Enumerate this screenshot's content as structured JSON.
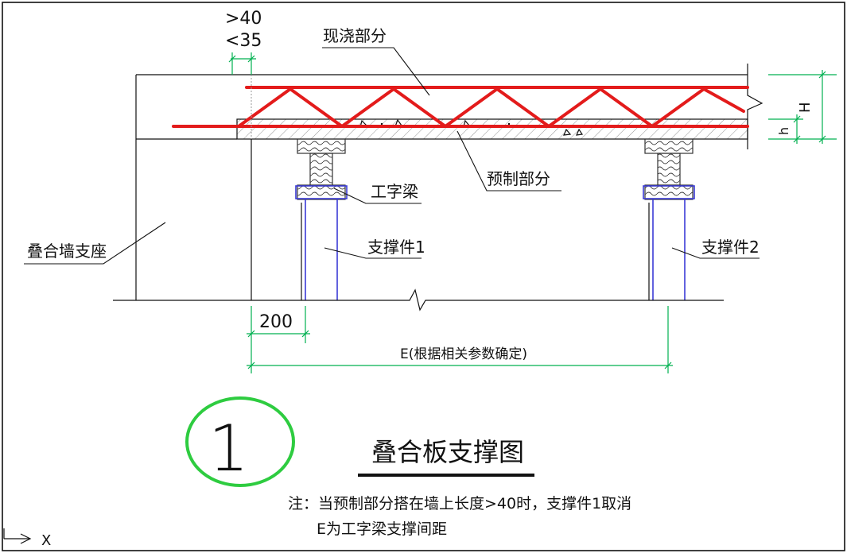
{
  "drawing": {
    "dim_top_gt": ">40",
    "dim_top_lt": "<35",
    "label_cast_in_place": "现浇部分",
    "label_precast": "预制部分",
    "label_i_beam": "工字梁",
    "label_wall_support": "叠合墙支座",
    "label_support_1": "支撑件1",
    "label_support_2": "支撑件2",
    "dim_200": "200",
    "dim_E": "E(根据相关参数确定)",
    "dim_H": "H",
    "dim_h": "h",
    "detail_number": "1",
    "title": "叠合板支撑图",
    "note_line1": "注：当预制部分搭在墙上长度>40时，支撑件1取消",
    "note_line2": "E为工字梁支撑间距",
    "ucs_label": "X"
  },
  "colors": {
    "rebar": "#e31b1b",
    "dimension": "#00b050",
    "detail_circle": "#2ecc40",
    "steel": "#3b3bd6",
    "frame": "#111111"
  }
}
